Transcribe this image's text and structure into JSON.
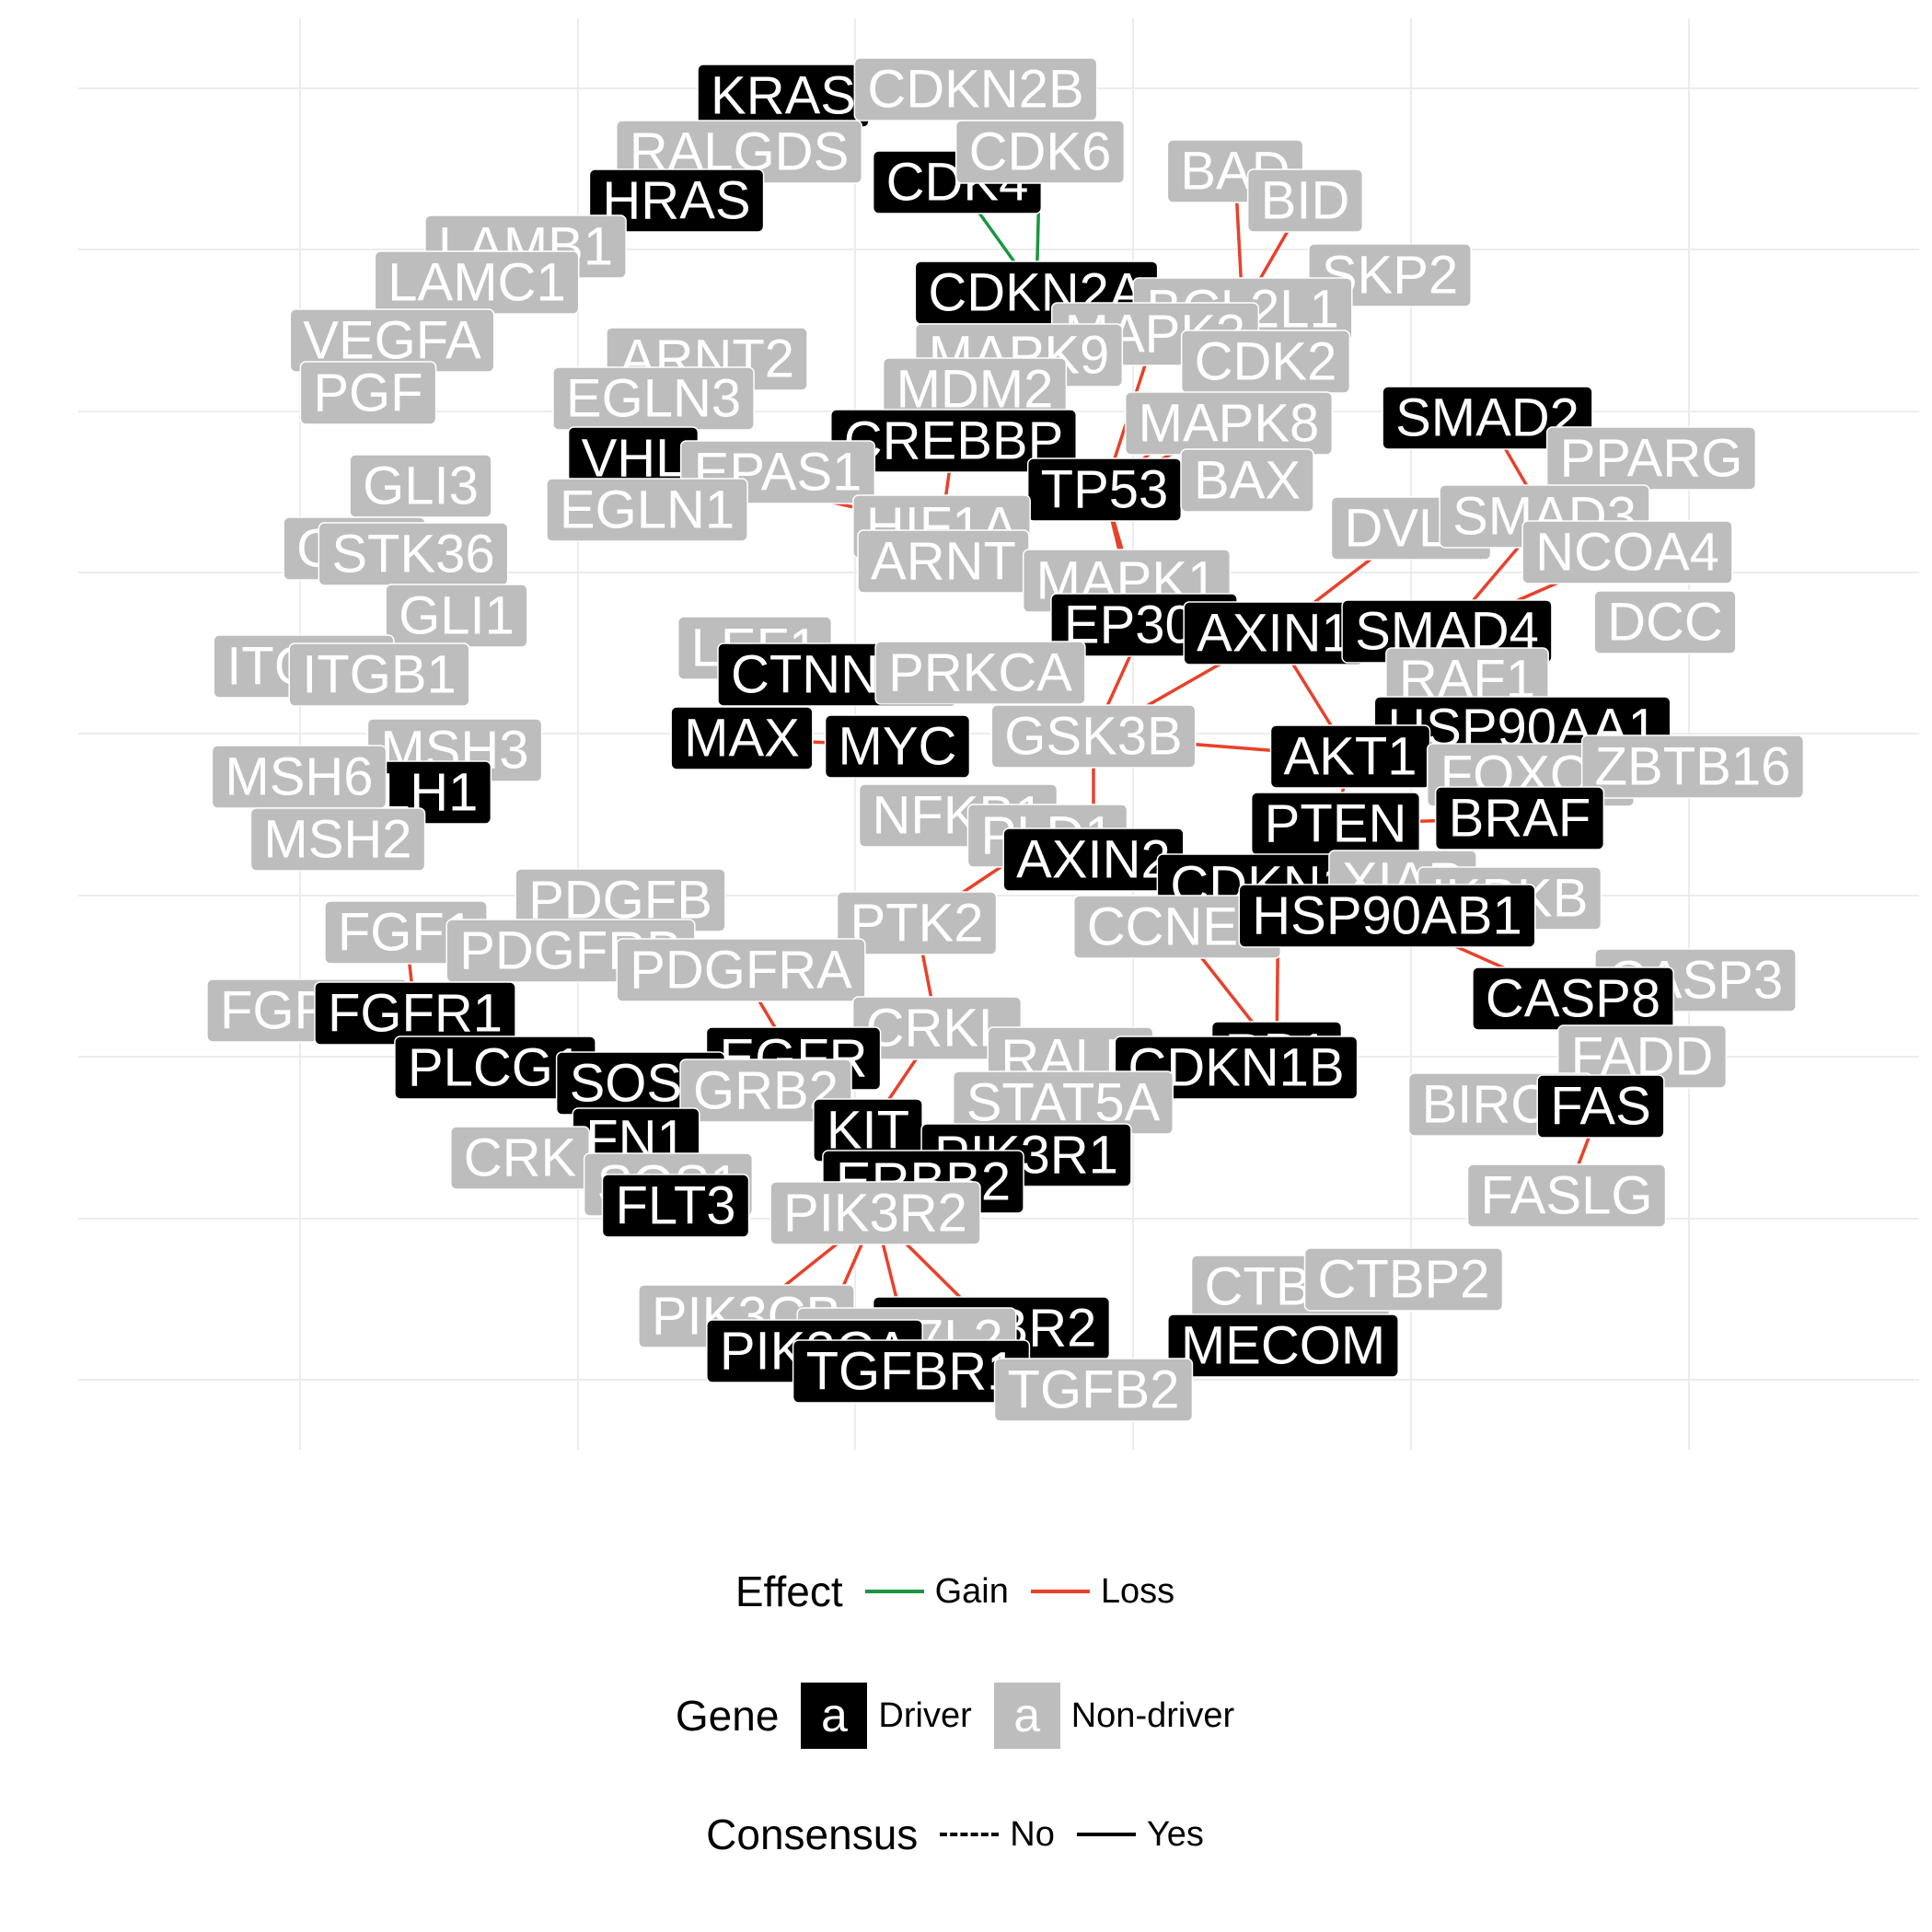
{
  "legend": {
    "effect": {
      "title": "Effect",
      "gain": "Gain",
      "loss": "Loss"
    },
    "gene": {
      "title": "Gene",
      "driver": "Driver",
      "non_driver": "Non-driver",
      "key": "a"
    },
    "consensus": {
      "title": "Consensus",
      "no": "No",
      "yes": "Yes"
    }
  },
  "colors": {
    "gain": "#1a9641",
    "loss": "#e8412b",
    "driver_fill": "#000000",
    "driver_text": "#ffffff",
    "non_driver_fill": "#bdbdbd",
    "non_driver_text": "#ffffff",
    "grid": "#ececec"
  },
  "nodes": [
    {
      "label": "KRAS",
      "driver": true
    },
    {
      "label": "CDKN2B",
      "driver": false
    },
    {
      "label": "RALGDS",
      "driver": false
    },
    {
      "label": "CDK4",
      "driver": true
    },
    {
      "label": "CDK6",
      "driver": false
    },
    {
      "label": "HRAS",
      "driver": true
    },
    {
      "label": "BAD",
      "driver": false
    },
    {
      "label": "BID",
      "driver": false
    },
    {
      "label": "LAMB1",
      "driver": false
    },
    {
      "label": "LAMC1",
      "driver": false
    },
    {
      "label": "SKP2",
      "driver": false
    },
    {
      "label": "CDKN2A",
      "driver": true
    },
    {
      "label": "BCL2L1",
      "driver": false
    },
    {
      "label": "VEGFA",
      "driver": false
    },
    {
      "label": "MAPK3",
      "driver": false
    },
    {
      "label": "ARNT2",
      "driver": false
    },
    {
      "label": "MAPK9",
      "driver": false
    },
    {
      "label": "CDK2",
      "driver": false
    },
    {
      "label": "PGF",
      "driver": false
    },
    {
      "label": "EGLN3",
      "driver": false
    },
    {
      "label": "MDM2",
      "driver": false
    },
    {
      "label": "MAPK8",
      "driver": false
    },
    {
      "label": "SMAD2",
      "driver": true
    },
    {
      "label": "CREBBP",
      "driver": true
    },
    {
      "label": "VHL",
      "driver": true
    },
    {
      "label": "EPAS1",
      "driver": false
    },
    {
      "label": "PPARG",
      "driver": false
    },
    {
      "label": "TP53",
      "driver": true
    },
    {
      "label": "BAX",
      "driver": false
    },
    {
      "label": "GLI3",
      "driver": false
    },
    {
      "label": "EGLN1",
      "driver": false
    },
    {
      "label": "HIF1A",
      "driver": false
    },
    {
      "label": "DVL1",
      "driver": false
    },
    {
      "label": "SMAD3",
      "driver": false
    },
    {
      "label": "GLI2",
      "driver": false
    },
    {
      "label": "STK36",
      "driver": false
    },
    {
      "label": "ARNT",
      "driver": false
    },
    {
      "label": "NCOA4",
      "driver": false
    },
    {
      "label": "MAPK1",
      "driver": false
    },
    {
      "label": "GLI1",
      "driver": false
    },
    {
      "label": "EP300",
      "driver": true
    },
    {
      "label": "AXIN1",
      "driver": true
    },
    {
      "label": "SMAD4",
      "driver": true
    },
    {
      "label": "DCC",
      "driver": false
    },
    {
      "label": "LEF1",
      "driver": false
    },
    {
      "label": "ITGA2",
      "driver": false
    },
    {
      "label": "ITGB1",
      "driver": false
    },
    {
      "label": "CTNNB1",
      "driver": true
    },
    {
      "label": "PRKCA",
      "driver": false
    },
    {
      "label": "RAF1",
      "driver": false
    },
    {
      "label": "HSP90AA1",
      "driver": true
    },
    {
      "label": "MAX",
      "driver": true
    },
    {
      "label": "MYC",
      "driver": true
    },
    {
      "label": "GSK3B",
      "driver": false
    },
    {
      "label": "AKT1",
      "driver": true
    },
    {
      "label": "MSH3",
      "driver": false
    },
    {
      "label": "MLH1",
      "driver": true
    },
    {
      "label": "MSH6",
      "driver": false
    },
    {
      "label": "FOXO1",
      "driver": false
    },
    {
      "label": "ZBTB16",
      "driver": false
    },
    {
      "label": "NFKB1",
      "driver": false
    },
    {
      "label": "PTEN",
      "driver": true
    },
    {
      "label": "BRAF",
      "driver": true
    },
    {
      "label": "MSH2",
      "driver": false
    },
    {
      "label": "PLD1",
      "driver": false
    },
    {
      "label": "AXIN2",
      "driver": true
    },
    {
      "label": "CDKN1A",
      "driver": true
    },
    {
      "label": "XIAP",
      "driver": false
    },
    {
      "label": "IKBKB",
      "driver": false
    },
    {
      "label": "PDGFB",
      "driver": false
    },
    {
      "label": "PTK2",
      "driver": false
    },
    {
      "label": "CCNE1",
      "driver": false
    },
    {
      "label": "HSP90AB1",
      "driver": true
    },
    {
      "label": "FGF1",
      "driver": false
    },
    {
      "label": "PDGFRB",
      "driver": false
    },
    {
      "label": "PDGFRA",
      "driver": false
    },
    {
      "label": "CASP3",
      "driver": false
    },
    {
      "label": "FGFR2",
      "driver": false
    },
    {
      "label": "FGFR1",
      "driver": true
    },
    {
      "label": "CASP8",
      "driver": true
    },
    {
      "label": "CRKL",
      "driver": false
    },
    {
      "label": "EGFR",
      "driver": true
    },
    {
      "label": "PLCG1",
      "driver": true
    },
    {
      "label": "RB1",
      "driver": true
    },
    {
      "label": "RALB",
      "driver": false
    },
    {
      "label": "CDKN1B",
      "driver": true
    },
    {
      "label": "FADD",
      "driver": false
    },
    {
      "label": "SOS2",
      "driver": true
    },
    {
      "label": "GRB2",
      "driver": false
    },
    {
      "label": "STAT5A",
      "driver": false
    },
    {
      "label": "BIRC2",
      "driver": false
    },
    {
      "label": "FAS",
      "driver": true
    },
    {
      "label": "FN1",
      "driver": true
    },
    {
      "label": "KIT",
      "driver": true
    },
    {
      "label": "CRK",
      "driver": false
    },
    {
      "label": "PIK3R1",
      "driver": true
    },
    {
      "label": "ERBB2",
      "driver": true
    },
    {
      "label": "SOS1",
      "driver": false
    },
    {
      "label": "FLT3",
      "driver": true
    },
    {
      "label": "FASLG",
      "driver": false
    },
    {
      "label": "PIK3R2",
      "driver": false
    },
    {
      "label": "CTBP1",
      "driver": false
    },
    {
      "label": "CTBP2",
      "driver": false
    },
    {
      "label": "PIK3CB",
      "driver": false
    },
    {
      "label": "TGFBR2",
      "driver": true
    },
    {
      "label": "TCF7L2",
      "driver": false
    },
    {
      "label": "MECOM",
      "driver": true
    },
    {
      "label": "PIK3CA",
      "driver": true
    },
    {
      "label": "TGFBR1",
      "driver": true
    },
    {
      "label": "TGFB2",
      "driver": false
    }
  ],
  "edges": [
    {
      "source": "CDK4",
      "target": "CDKN2A",
      "effect": "Gain",
      "consensus": "Yes"
    },
    {
      "source": "CDK6",
      "target": "CDKN2A",
      "effect": "Gain",
      "consensus": "Yes"
    },
    {
      "source": "BAD",
      "target": "BCL2L1",
      "effect": "Loss",
      "consensus": "Yes"
    },
    {
      "source": "BID",
      "target": "BCL2L1",
      "effect": "Loss",
      "consensus": "Yes"
    },
    {
      "source": "SKP2",
      "target": "CDK2",
      "effect": "Gain",
      "consensus": "Yes"
    },
    {
      "source": "MAPK9",
      "target": "MDM2",
      "effect": "Gain",
      "consensus": "Yes"
    },
    {
      "source": "MAPK3",
      "target": "TP53",
      "effect": "Loss",
      "consensus": "Yes"
    },
    {
      "source": "MAPK8",
      "target": "TP53",
      "effect": "Loss",
      "consensus": "Yes"
    },
    {
      "source": "CDK2",
      "target": "TP53",
      "effect": "Loss",
      "consensus": "Yes"
    },
    {
      "source": "BAX",
      "target": "TP53",
      "effect": "Loss",
      "consensus": "Yes"
    },
    {
      "source": "EP300",
      "target": "TP53",
      "effect": "Loss",
      "consensus": "Yes"
    },
    {
      "source": "MAPK1",
      "target": "TP53",
      "effect": "Loss",
      "consensus": "Yes"
    },
    {
      "source": "EPAS1",
      "target": "VHL",
      "effect": "Loss",
      "consensus": "Yes"
    },
    {
      "source": "HIF1A",
      "target": "VHL",
      "effect": "Loss",
      "consensus": "Yes"
    },
    {
      "source": "HIF1A",
      "target": "CREBBP",
      "effect": "Loss",
      "consensus": "Yes"
    },
    {
      "source": "SMAD2",
      "target": "SMAD3",
      "effect": "Loss",
      "consensus": "Yes"
    },
    {
      "source": "DVL1",
      "target": "AXIN1",
      "effect": "Loss",
      "consensus": "Yes"
    },
    {
      "source": "SMAD3",
      "target": "SMAD4",
      "effect": "Loss",
      "consensus": "Yes"
    },
    {
      "source": "NCOA4",
      "target": "SMAD4",
      "effect": "Loss",
      "consensus": "Yes"
    },
    {
      "source": "AXIN1",
      "target": "AKT1",
      "effect": "Loss",
      "consensus": "Yes"
    },
    {
      "source": "AXIN1",
      "target": "GSK3B",
      "effect": "Loss",
      "consensus": "Yes"
    },
    {
      "source": "EP300",
      "target": "GSK3B",
      "effect": "Loss",
      "consensus": "Yes"
    },
    {
      "source": "GSK3B",
      "target": "AKT1",
      "effect": "Loss",
      "consensus": "Yes"
    },
    {
      "source": "GSK3B",
      "target": "AXIN2",
      "effect": "Loss",
      "consensus": "Yes"
    },
    {
      "source": "MAX",
      "target": "MYC",
      "effect": "Loss",
      "consensus": "Yes"
    },
    {
      "source": "AKT1",
      "target": "PTEN",
      "effect": "Loss",
      "consensus": "Yes"
    },
    {
      "source": "PTEN",
      "target": "BRAF",
      "effect": "Loss",
      "consensus": "Yes"
    },
    {
      "source": "CCNE1",
      "target": "RB1",
      "effect": "Loss",
      "consensus": "Yes"
    },
    {
      "source": "CDKN1A",
      "target": "RB1",
      "effect": "Loss",
      "consensus": "Yes"
    },
    {
      "source": "HSP90AB1",
      "target": "CASP8",
      "effect": "Loss",
      "consensus": "Yes"
    },
    {
      "source": "FAS",
      "target": "FASLG",
      "effect": "Loss",
      "consensus": "Yes"
    },
    {
      "source": "FGF1",
      "target": "FGFR1",
      "effect": "Loss",
      "consensus": "Yes"
    },
    {
      "source": "PLD1",
      "target": "PTK2",
      "effect": "Loss",
      "consensus": "Yes"
    },
    {
      "source": "PTK2",
      "target": "CRKL",
      "effect": "Loss",
      "consensus": "Yes"
    },
    {
      "source": "PDGFRA",
      "target": "EGFR",
      "effect": "Loss",
      "consensus": "Yes"
    },
    {
      "source": "EGFR",
      "target": "GRB2",
      "effect": "Loss",
      "consensus": "Yes"
    },
    {
      "source": "SOS2",
      "target": "FN1",
      "effect": "Loss",
      "consensus": "Yes"
    },
    {
      "source": "SOS2",
      "target": "FLT3",
      "effect": "Loss",
      "consensus": "Yes"
    },
    {
      "source": "CRKL",
      "target": "KIT",
      "effect": "Loss",
      "consensus": "Yes"
    },
    {
      "source": "KIT",
      "target": "PIK3R1",
      "effect": "Loss",
      "consensus": "Yes"
    },
    {
      "source": "PIK3R2",
      "target": "PIK3CB",
      "effect": "Loss",
      "consensus": "Yes"
    },
    {
      "source": "PIK3R2",
      "target": "TGFBR2",
      "effect": "Loss",
      "consensus": "Yes"
    },
    {
      "source": "PIK3R2",
      "target": "TCF7L2",
      "effect": "Loss",
      "consensus": "Yes"
    },
    {
      "source": "PIK3R2",
      "target": "PIK3CA",
      "effect": "Loss",
      "consensus": "Yes"
    }
  ]
}
